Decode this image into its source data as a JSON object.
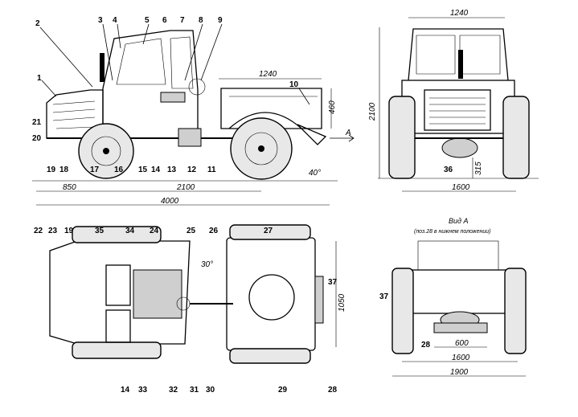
{
  "side_view": {
    "dims": {
      "width": "1240",
      "height": "460",
      "front": "850",
      "wheelbase": "2100",
      "total": "4000",
      "angle": "40°",
      "arrow_label": "A"
    },
    "callouts": [
      "1",
      "2",
      "3",
      "4",
      "5",
      "6",
      "7",
      "8",
      "9",
      "10",
      "11",
      "12",
      "13",
      "14",
      "15",
      "16",
      "17",
      "18",
      "19",
      "20",
      "21"
    ]
  },
  "front_view": {
    "dims": {
      "width": "1240",
      "height": "2100",
      "track": "1600",
      "clearance": "315"
    },
    "callouts": [
      "36"
    ]
  },
  "top_view": {
    "dims": {
      "angle": "30°",
      "trailer_width": "1050"
    },
    "callouts": [
      "22",
      "23",
      "19",
      "35",
      "34",
      "24",
      "25",
      "26",
      "27",
      "37",
      "14",
      "33",
      "32",
      "31",
      "30",
      "29",
      "28"
    ]
  },
  "view_a": {
    "title": "Вид А",
    "note": "(поз.28 в нижнем положении)",
    "dims": {
      "inner": "600",
      "track": "1600",
      "overall": "1900"
    },
    "callouts": [
      "37",
      "28"
    ]
  }
}
